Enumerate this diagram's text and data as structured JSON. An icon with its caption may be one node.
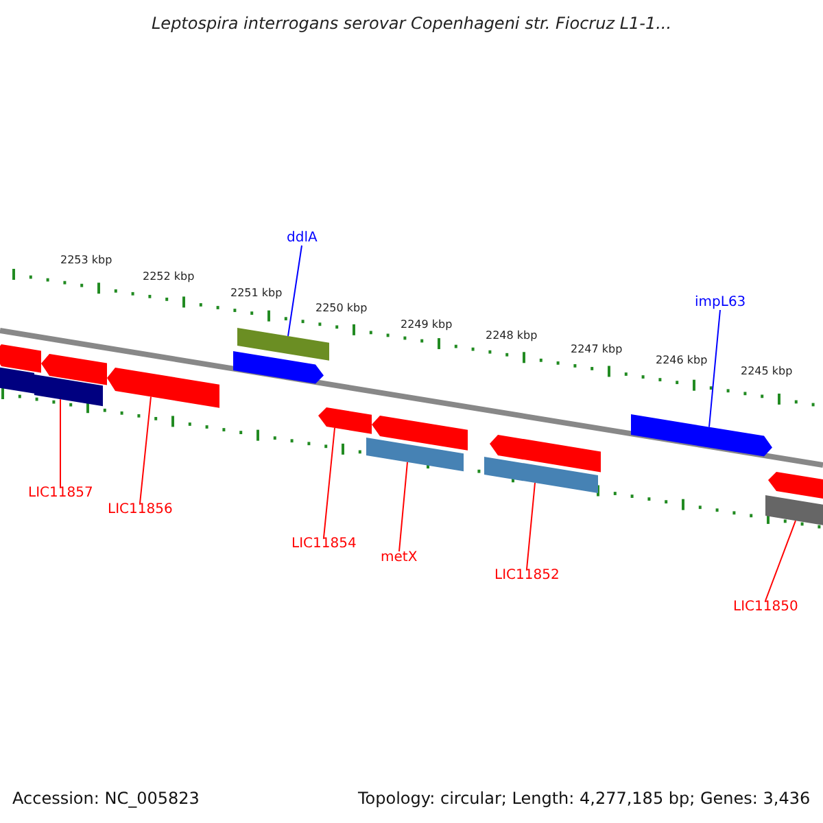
{
  "diagram": {
    "title": "Leptospira interrogans serovar Copenhageni str. Fiocruz L1-1...",
    "nodes": [
      {
        "text": [
          "ddlA"
        ]
      },
      {
        "text": [
          "impL63"
        ]
      },
      {
        "text": [],
        "shape": "bar"
      },
      {
        "text": [],
        "shape": "bar"
      },
      {
        "text": [],
        "shape": "bar"
      },
      {
        "text": [],
        "shape": "bar"
      },
      {
        "text": [],
        "shape": "bar"
      },
      {
        "text": [],
        "shape": "bar"
      },
      {
        "text": [],
        "shape": "bar"
      },
      {
        "text": [],
        "shape": "bar"
      },
      {
        "text": [],
        "shape": "bar"
      },
      {
        "text": [],
        "shape": "bar"
      },
      {
        "text": [],
        "shape": "bar"
      },
      {
        "text": [],
        "shape": "bar"
      },
      {
        "text": [],
        "shape": "bar"
      },
      {
        "text": [],
        "shape": "bar"
      },
      {
        "text": [],
        "shape": "bar"
      },
      {
        "text": [
          "LIC11857"
        ]
      },
      {
        "text": [
          "LIC11856"
        ]
      },
      {
        "text": [
          "LIC11854"
        ]
      },
      {
        "text": [
          "metX"
        ]
      },
      {
        "text": [
          "LIC11852"
        ]
      },
      {
        "text": [
          "LIC11850"
        ]
      }
    ],
    "edges": [
      {
        "from": 0,
        "to": 7,
        "arrow": "none",
        "color": "#0000ff"
      },
      {
        "from": 1,
        "to": 15,
        "arrow": "none",
        "color": "#0000ff"
      },
      {
        "from": 17,
        "to": 5,
        "arrow": "none"
      },
      {
        "from": 18,
        "to": 6,
        "arrow": "none"
      },
      {
        "from": 19,
        "to": 9,
        "arrow": "none"
      },
      {
        "from": 20,
        "to": 11,
        "arrow": "none"
      },
      {
        "from": 21,
        "to": 13,
        "arrow": "none"
      },
      {
        "from": 22,
        "to": 14,
        "arrow": "none"
      }
    ],
    "labels": [
      "2253 kbp",
      "2252 kbp",
      "2251 kbp",
      "2250 kbp",
      "2249 kbp",
      "2248 kbp",
      "2247 kbp",
      "2246 kbp",
      "2245 kbp",
      "Accession: NC_005823",
      "Topology: circular; Length: 4,277,185 bp; Genes: 3,436"
    ]
  }
}
